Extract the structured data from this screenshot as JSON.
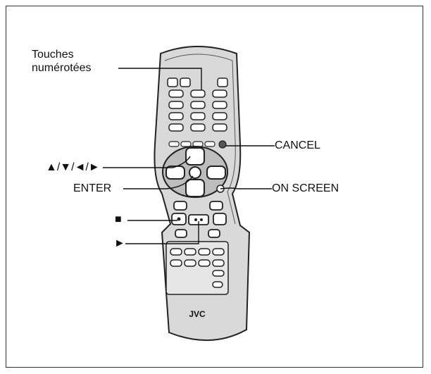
{
  "labels": {
    "numbered_keys_line1": "Touches",
    "numbered_keys_line2": "numérotées",
    "cancel": "CANCEL",
    "cursor": "▲/▼/◄/►",
    "enter": "ENTER",
    "on_screen": "ON SCREEN",
    "stop_symbol": "■",
    "play_symbol": "►"
  },
  "remote": {
    "brand": "JVC"
  }
}
